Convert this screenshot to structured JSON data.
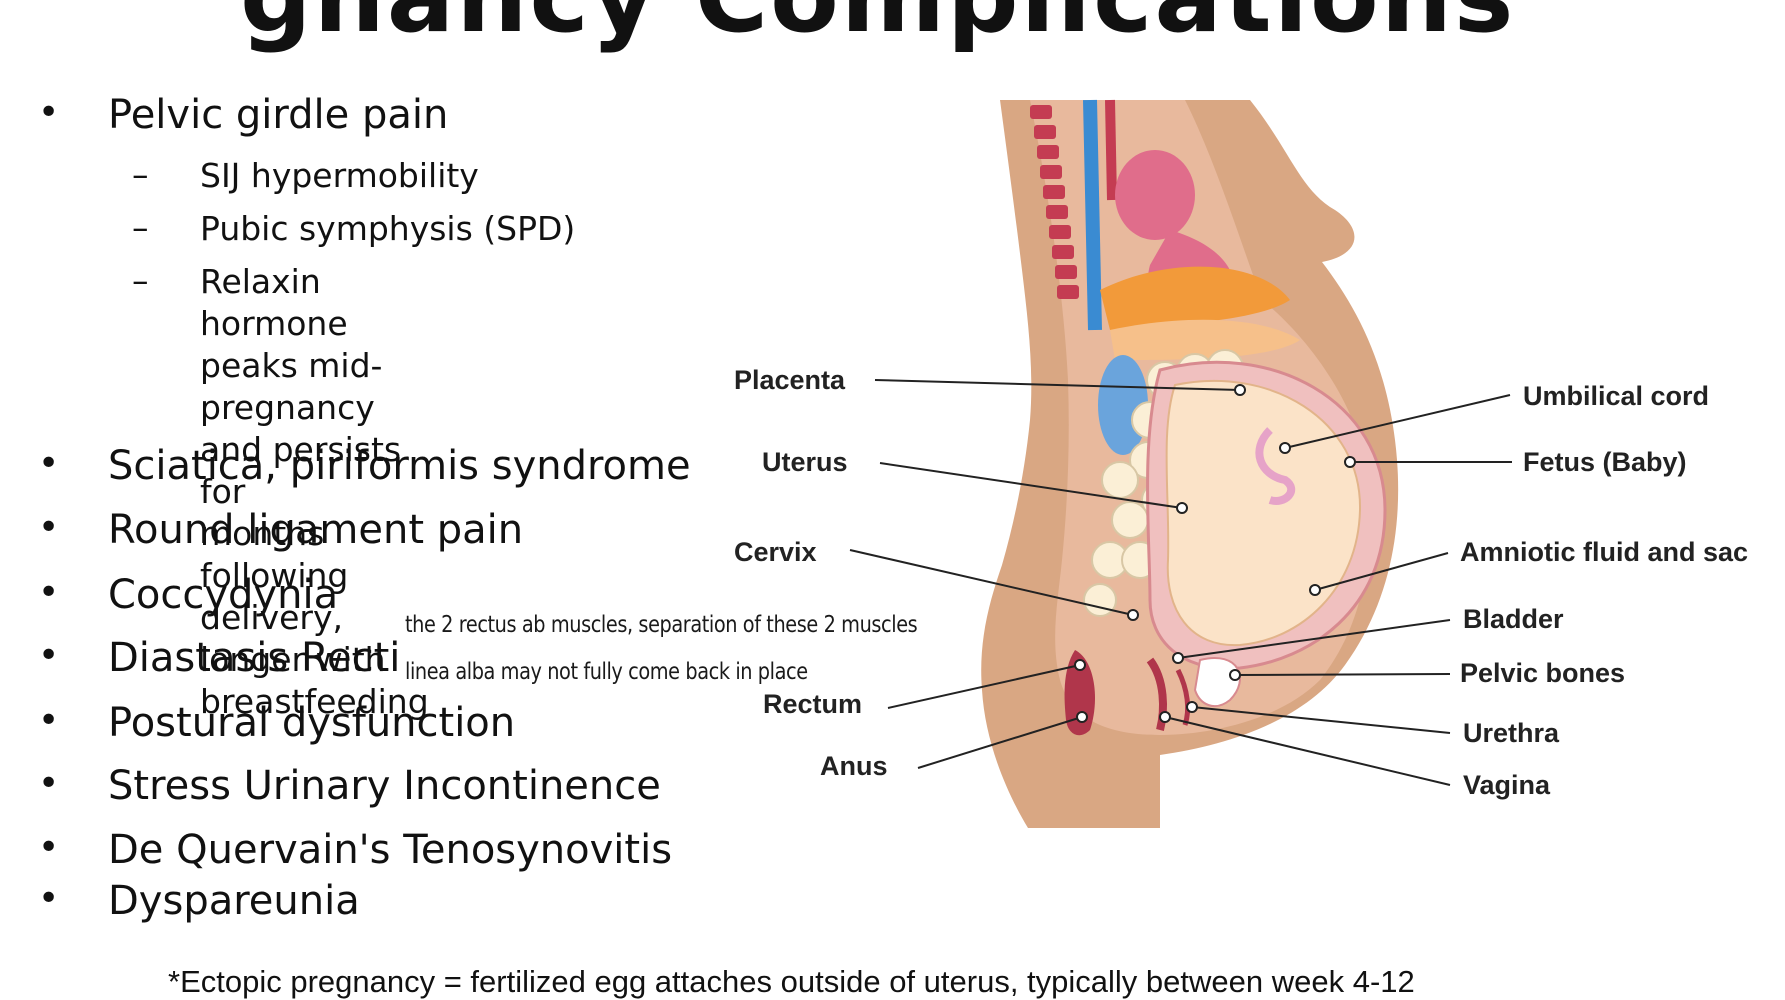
{
  "title_fragment": "gnancy  Complications",
  "bullets": [
    {
      "text": "Pelvic girdle pain",
      "sub": [
        "SIJ hypermobility",
        "Pubic symphysis (SPD)",
        "Relaxin hormone peaks mid-\npregnancy and persists for\nmonths following delivery,\nlonger with breastfeeding"
      ]
    },
    {
      "text": "Sciatica, piriformis syndrome"
    },
    {
      "text": "Round ligament pain"
    },
    {
      "text": "Coccydynia"
    },
    {
      "text": "Diastasis Recti"
    },
    {
      "text": "Postural dysfunction"
    },
    {
      "text": "Stress Urinary Incontinence"
    },
    {
      "text": "De Quervain's Tenosynovitis"
    },
    {
      "text": "Dyspareunia"
    }
  ],
  "bullet_symbol": "•",
  "sub_bullet_symbol": "–",
  "handwritten_notes": [
    "the 2 rectus ab muscles, separation of these 2 muscles",
    "linea alba may not fully come back in place"
  ],
  "diagram": {
    "labels_left": [
      "Placenta",
      "Uterus",
      "Cervix",
      "Rectum",
      "Anus"
    ],
    "labels_right": [
      "Umbilical cord",
      "Fetus (Baby)",
      "Amniotic fluid and sac",
      "Bladder",
      "Pelvic bones",
      "Urethra",
      "Vagina"
    ]
  },
  "footnote": "*Ectopic pregnancy = fertilized egg attaches outside of uterus, typically between week 4-12",
  "colors": {
    "skin": "#d9a783",
    "skin_inner": "#e8b99d",
    "uterus_wall": "#f0c0bf",
    "fetus": "#fbe3c8",
    "intestine": "#fbefd6",
    "rectum": "#b0364b",
    "spine": "#c43c52",
    "placenta_blue": "#6aa4dc",
    "stomach": "#e06d8b",
    "liver_orange": "#f29a3a",
    "line": "#222222"
  }
}
